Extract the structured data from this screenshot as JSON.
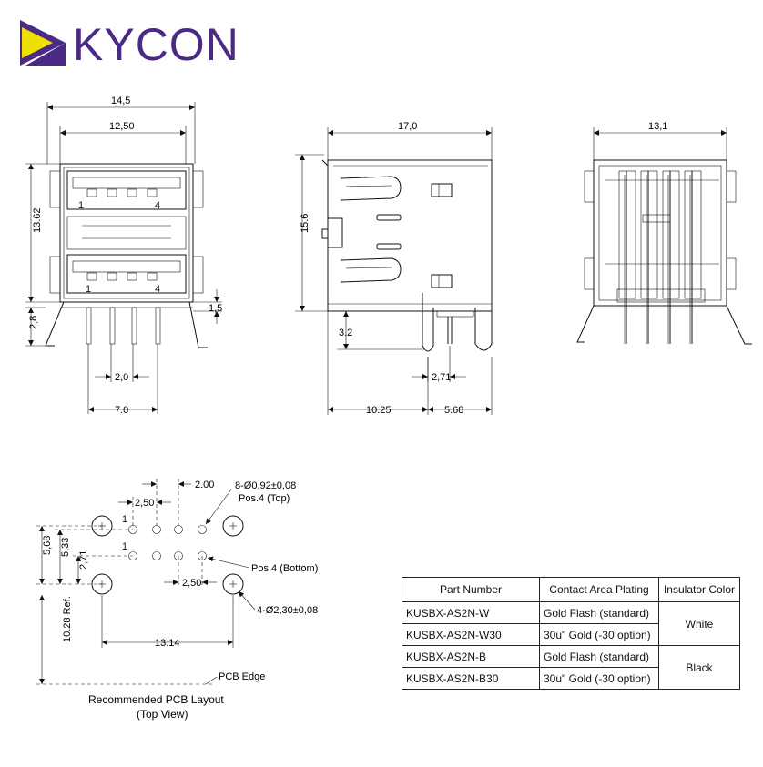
{
  "brand": {
    "name": "KYCON",
    "colors": {
      "purple": "#4b2a86",
      "yellow": "#f0e000"
    }
  },
  "front_view": {
    "dims": {
      "width_outer": "14,5",
      "width_inner": "12,50",
      "height": "13.62",
      "flange": "1,5",
      "leg": "2,8",
      "pin_pitch": "2,0",
      "pin_span": "7.0"
    },
    "pin_labels": {
      "first": "1",
      "last": "4"
    }
  },
  "side_view": {
    "dims": {
      "length": "17,0",
      "height": "15.6",
      "leg": "3.2",
      "pin_pitch": "2,71",
      "front_to_pin": "10.25",
      "pin_to_back": "5.68"
    }
  },
  "rear_view": {
    "dims": {
      "width": "13,1"
    }
  },
  "pcb_layout": {
    "dims": {
      "pitch_top": "2.00",
      "pitch_mid": "2,50",
      "pitch_bottom": "2,50",
      "holes_spec": "8-Ø0,92±0,08",
      "pos4_top": "Pos.4 (Top)",
      "pos4_bottom": "Pos.4 (Bottom)",
      "mount_spec": "4-Ø2,30±0,08",
      "v_a": "5,68",
      "v_b": "5,33",
      "v_c": "2,71",
      "ref": "10.28 Ref.",
      "span": "13.14",
      "pcb_edge": "PCB Edge",
      "pin1_top": "1",
      "pin1_bottom": "1"
    },
    "caption_line1": "Recommended PCB Layout",
    "caption_line2": "(Top View)"
  },
  "table": {
    "headers": [
      "Part Number",
      "Contact Area Plating",
      "Insulator Color"
    ],
    "rows": [
      {
        "part": "KUSBX-AS2N-W",
        "plating": "Gold Flash (standard)"
      },
      {
        "part": "KUSBX-AS2N-W30",
        "plating": "30u\" Gold (-30 option)"
      },
      {
        "part": "KUSBX-AS2N-B",
        "plating": "Gold Flash (standard)"
      },
      {
        "part": "KUSBX-AS2N-B30",
        "plating": "30u\" Gold (-30 option)"
      }
    ],
    "colors": [
      "White",
      "Black"
    ]
  }
}
